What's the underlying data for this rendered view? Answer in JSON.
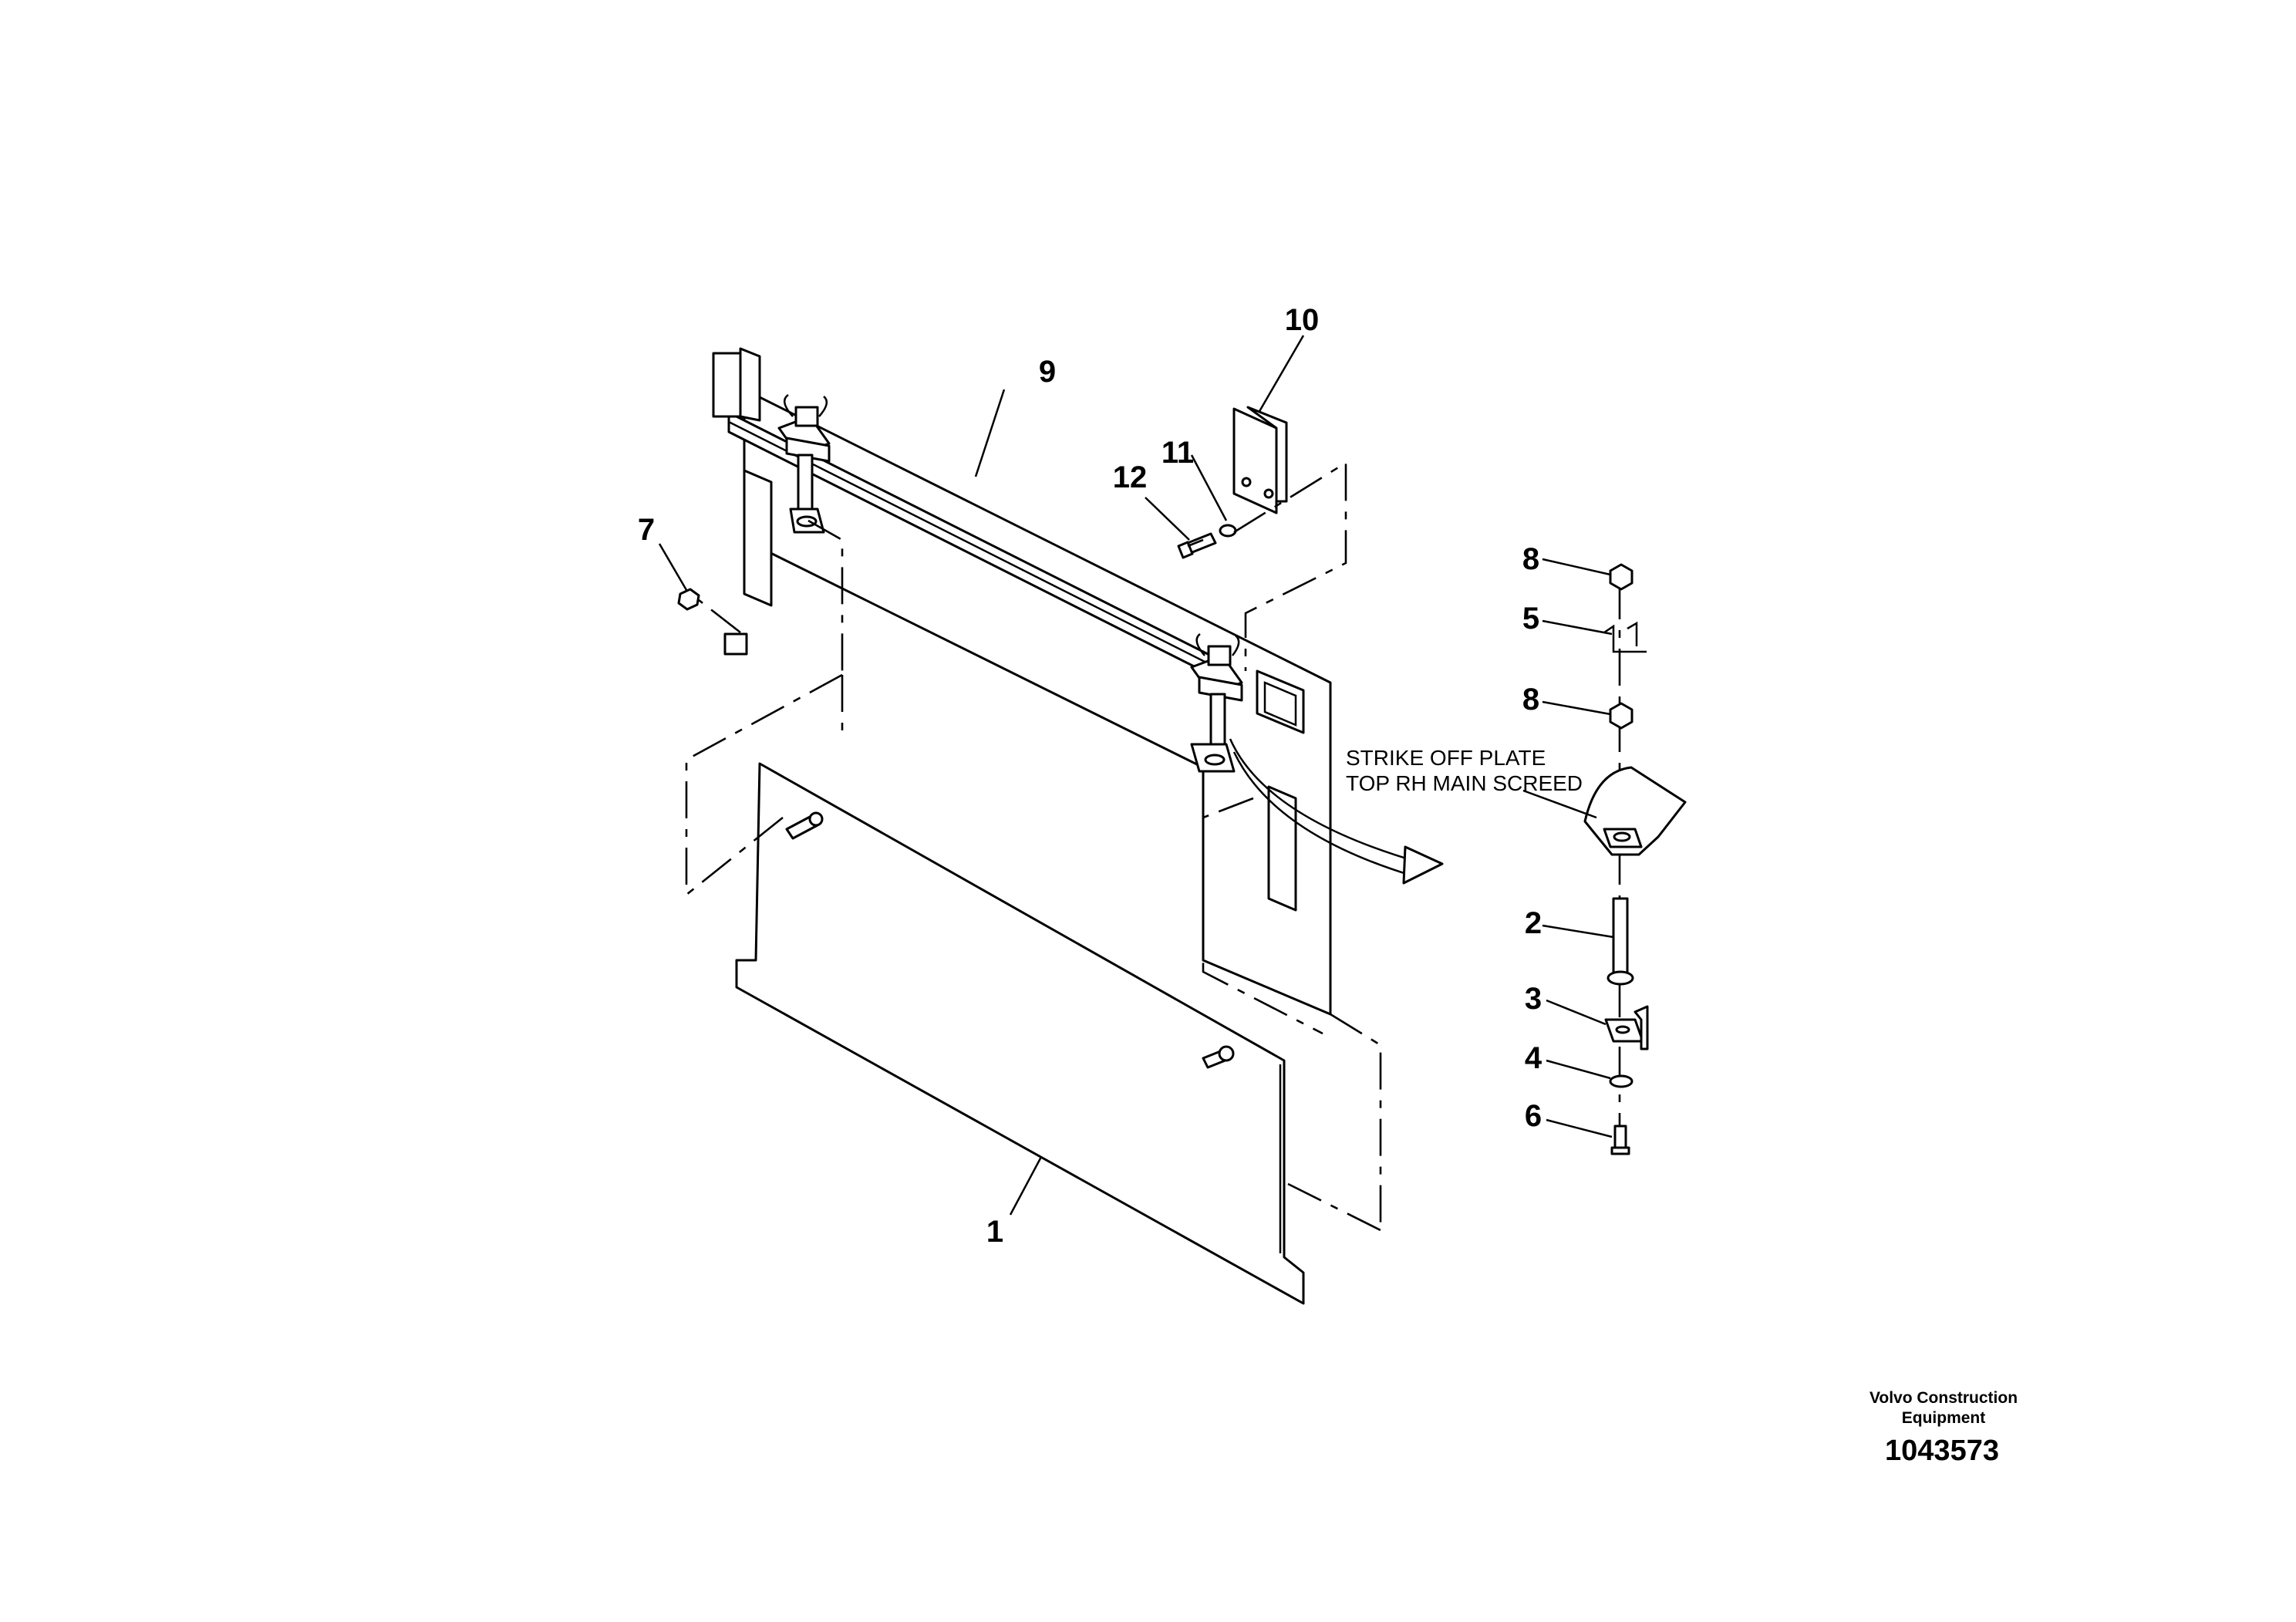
{
  "callouts": {
    "c1": "1",
    "c2": "2",
    "c3": "3",
    "c4": "4",
    "c5": "5",
    "c6": "6",
    "c7": "7",
    "c8a": "8",
    "c8b": "8",
    "c9": "9",
    "c10": "10",
    "c11": "11",
    "c12": "12"
  },
  "note": {
    "line1": "STRIKE OFF PLATE",
    "line2": "TOP RH MAIN SCREED"
  },
  "footer": {
    "brand_line1": "Volvo Construction",
    "brand_line2": "Equipment",
    "doc_number": "1043573"
  }
}
